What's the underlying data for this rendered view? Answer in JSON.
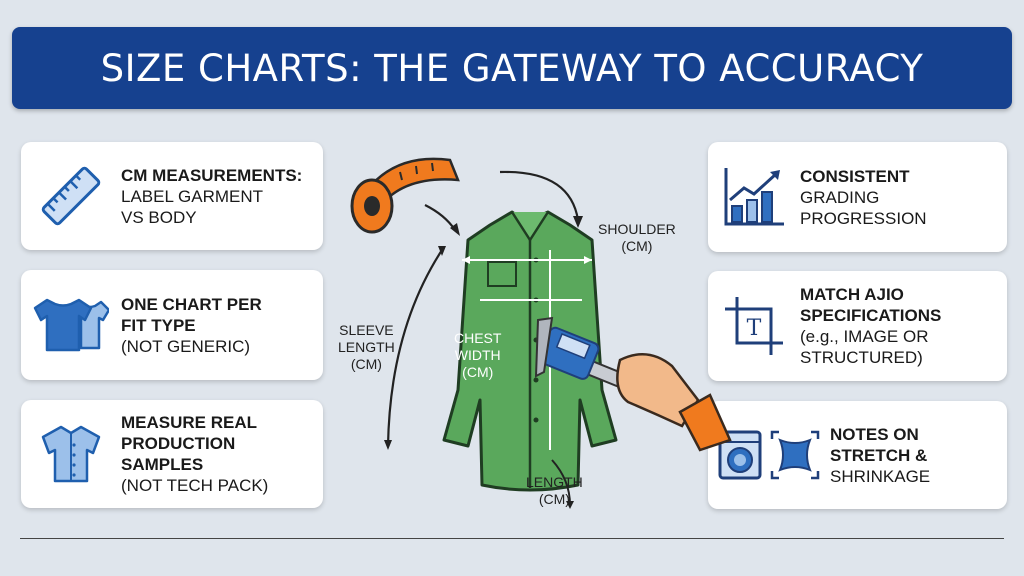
{
  "title": "SIZE CHARTS: THE GATEWAY TO ACCURACY",
  "left_cards": [
    {
      "icon": "ruler-icon",
      "lines": [
        "CM MEASUREMENTS:",
        "LABEL GARMENT",
        "VS BODY"
      ]
    },
    {
      "icon": "t-shirts-icon",
      "lines": [
        "ONE CHART PER",
        "FIT TYPE",
        "(NOT GENERIC)"
      ]
    },
    {
      "icon": "shirt-icon",
      "lines": [
        "MEASURE REAL",
        "PRODUCTION",
        "SAMPLES",
        "(NOT TECH PACK)"
      ]
    }
  ],
  "right_cards": [
    {
      "icon": "bar-chart-icon",
      "lines": [
        "CONSISTENT",
        "GRADING",
        "PROGRESSION"
      ]
    },
    {
      "icon": "crop-text-icon",
      "lines": [
        "MATCH AJIO",
        "SPECIFICATIONS",
        "(e.g., IMAGE OR",
        "STRUCTURED)"
      ]
    },
    {
      "icon": "washing-machine-icon",
      "icon2": "stretch-icon",
      "lines": [
        "NOTES ON",
        "STRETCH &",
        "SHRINKAGE"
      ]
    }
  ],
  "diagram": {
    "shoulder": [
      "SHOULDER",
      "(CM)"
    ],
    "sleeve": [
      "SLEEVE",
      "LENGTH",
      "(CM)"
    ],
    "chest": [
      "CHEST",
      "WIDTH",
      "(CM)"
    ],
    "length": [
      "LENGTH",
      "(CM)"
    ]
  },
  "colors": {
    "banner": "#16418f",
    "shirt": "#5aa85c",
    "tape": "#f07a1e",
    "icon": "#1f5fae"
  }
}
